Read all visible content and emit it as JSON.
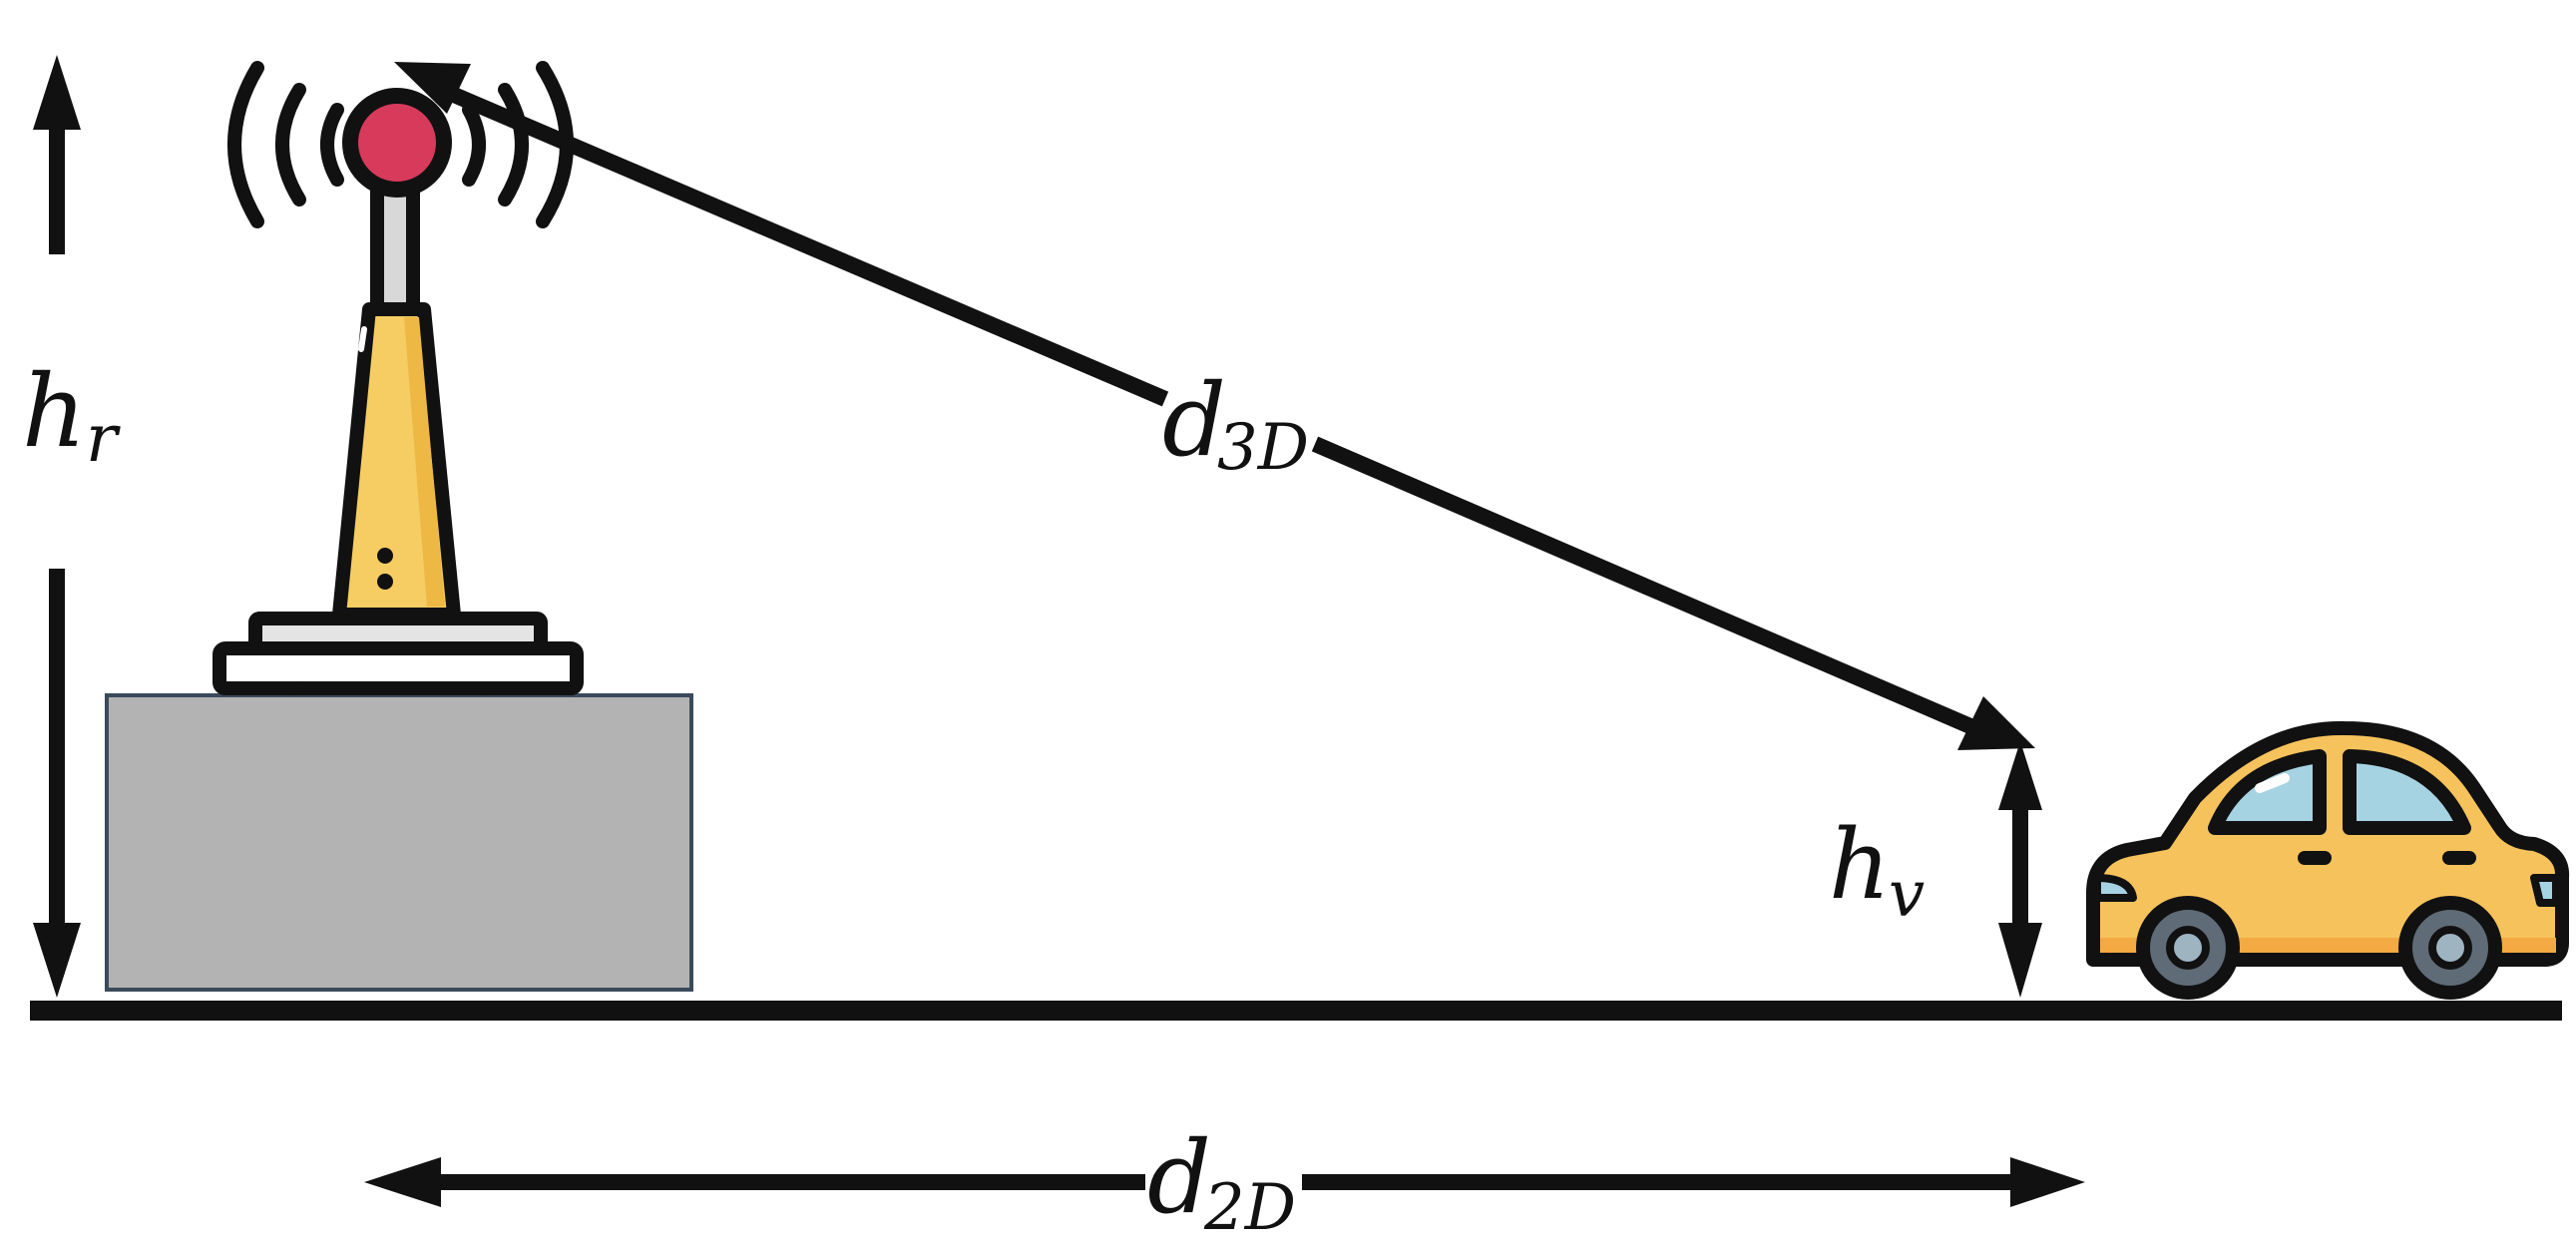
{
  "labels": {
    "h_r": {
      "main": "h",
      "sub": "r"
    },
    "h_v": {
      "main": "h",
      "sub": "v"
    },
    "d_3d": {
      "main": "d",
      "sub": "3D"
    },
    "d_2d": {
      "main": "d",
      "sub": "2D"
    }
  },
  "icons": {
    "tower": "radio-tower-icon",
    "car": "car-icon"
  },
  "colors": {
    "stroke": "#111111",
    "building_fill": "#b3b3b3",
    "building_border": "#3a4a5a",
    "tower_fill": "#f5cd63",
    "tower_shade": "#eeb845",
    "signal_light": "#d83a5c",
    "car_body": "#f6c25c",
    "car_lower": "#f4aa42",
    "car_window": "#a6d3e2",
    "wheel_tire": "#5f6b76",
    "wheel_hub": "#9fb4c1",
    "base_plate": "#e4e4e4"
  }
}
